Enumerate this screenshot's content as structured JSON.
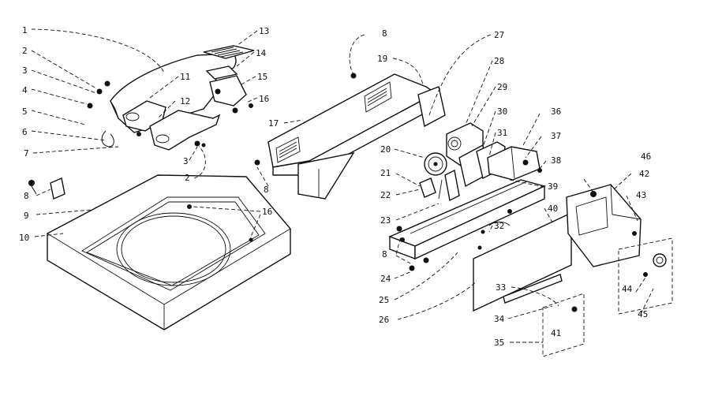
{
  "labels": {
    "l1": "1",
    "l2a": "2",
    "l3a": "3",
    "l4": "4",
    "l5": "5",
    "l6": "6",
    "l7": "7",
    "l3b": "3",
    "l2b": "2",
    "l8a": "8",
    "l9": "9",
    "l10": "10",
    "l11": "11",
    "l12": "12",
    "l13": "13",
    "l14": "14",
    "l15": "15",
    "l16a": "16",
    "l16b": "16",
    "l8b": "8",
    "l19": "19",
    "l27": "27",
    "l28": "28",
    "l29": "29",
    "l30": "30",
    "l31": "31",
    "l36": "36",
    "l37": "37",
    "l38": "38",
    "l17": "17",
    "l8c": "8",
    "l20": "20",
    "l21": "21",
    "l22": "22",
    "l23": "23",
    "l39": "39",
    "l40": "40",
    "l32": "32",
    "l8d": "8",
    "l24": "24",
    "l25": "25",
    "l26": "26",
    "l33": "33",
    "l34": "34",
    "l35": "35",
    "l41": "41",
    "l46": "46",
    "l42": "42",
    "l43": "43",
    "l44": "44",
    "l45": "45"
  }
}
